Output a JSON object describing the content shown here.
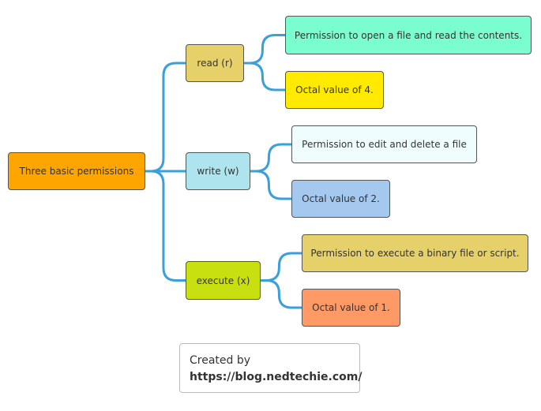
{
  "root": {
    "label": "Three basic permissions",
    "color": "#FFA500"
  },
  "branches": [
    {
      "label": "read (r)",
      "color": "#E6D06A",
      "children": [
        {
          "label": "Permission to open a file and read the contents.",
          "color": "#7AFDCF"
        },
        {
          "label": "Octal value of 4.",
          "color": "#FFEA00"
        }
      ]
    },
    {
      "label": "write (w)",
      "color": "#AEE4EE",
      "children": [
        {
          "label": "Permission to edit and delete a file",
          "color": "#F0FDFF"
        },
        {
          "label": "Octal value of 2.",
          "color": "#A5C9EE"
        }
      ]
    },
    {
      "label": "execute (x)",
      "color": "#C8E010",
      "children": [
        {
          "label": "Permission to execute a binary file or script.",
          "color": "#E6D06A"
        },
        {
          "label": "Octal value of 1.",
          "color": "#FF9966"
        }
      ]
    }
  ],
  "connector_color": "#3A9FDB",
  "footer": {
    "line1": "Created by",
    "line2": "https://blog.nedtechie.com/"
  }
}
